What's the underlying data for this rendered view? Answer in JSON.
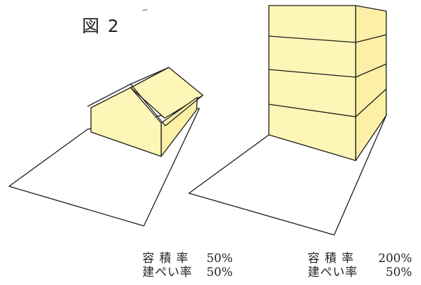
{
  "figure": {
    "title": "図 2"
  },
  "house": {
    "far_label": "容 積 率",
    "far_value": "50%",
    "bcr_label": "建ぺい率",
    "bcr_value": "50%"
  },
  "tower": {
    "far_label": "容 積 率",
    "far_value": "200%",
    "bcr_label": "建ぺい率",
    "bcr_value": "50%"
  },
  "colors": {
    "building_face": "#fdf6b6",
    "building_side": "#fbf0a6",
    "outline": "#1a1a1a",
    "background": "#ffffff"
  }
}
